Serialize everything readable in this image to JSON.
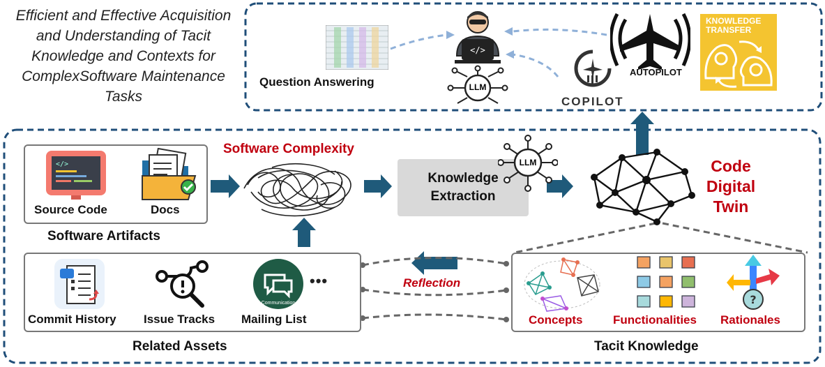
{
  "title": "Efficient and Effective Acquisition and Understanding of Tacit Knowledge and Contexts for ComplexSoftware Maintenance Tasks",
  "top_panel": {
    "question_answering": "Question Answering",
    "llm_badge": "LLM",
    "copilot": "COPILOT",
    "autopilot": "AUTOPILOT",
    "knowledge_transfer_line1": "KNOWLEDGE",
    "knowledge_transfer_line2": "TRANSFER"
  },
  "software_artifacts": {
    "source_code": "Source Code",
    "docs": "Docs",
    "title": "Software Artifacts"
  },
  "software_complexity": "Software Complexity",
  "knowledge_extraction_line1": "Knowledge",
  "knowledge_extraction_line2": "Extraction",
  "extraction_llm_badge": "LLM",
  "code_digital_twin": [
    "Code",
    "Digital",
    "Twin"
  ],
  "related_assets": {
    "commit_history": "Commit History",
    "issue_tracks": "Issue Tracks",
    "mailing_list": "Mailing List",
    "communication": "Communication",
    "more": "•••",
    "title": "Related Assets"
  },
  "reflection": "Reflection",
  "tacit_knowledge": {
    "concepts": "Concepts",
    "functionalities": "Functionalities",
    "rationales": "Rationales",
    "title": "Tacit Knowledge"
  },
  "colors": {
    "arrow_blue": "#1f5a7a",
    "dashed_border": "#1f4e79",
    "accent_red": "#c0000f",
    "light_dash": "#8fb0d8",
    "knowledge_transfer_bg": "#f4c430"
  }
}
